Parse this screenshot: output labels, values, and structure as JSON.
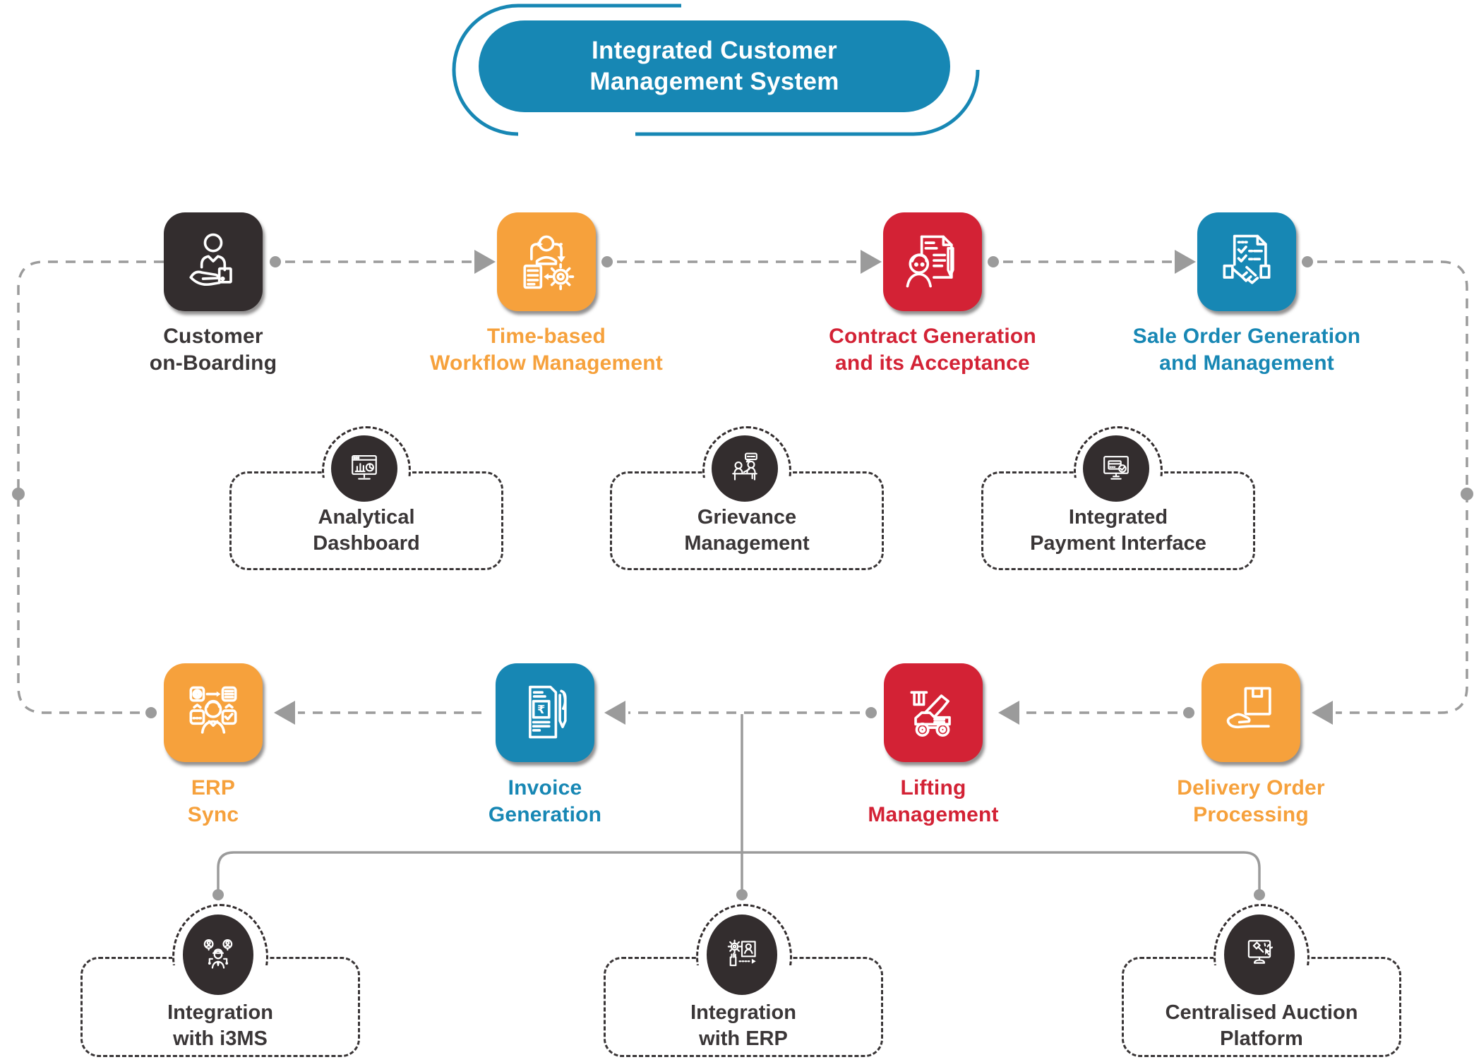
{
  "title": {
    "line1": "Integrated Customer",
    "line2": "Management System"
  },
  "colors": {
    "blue": "#1787B4",
    "orange": "#F6A13C",
    "red": "#D32235",
    "dark_tile": "#332D2E",
    "text_dark": "#3A3637",
    "connector_gray": "#9B9B9B"
  },
  "flow_top": [
    {
      "label_line1": "Customer",
      "label_line2": "on-Boarding",
      "color": "#332D2E",
      "icon": "customer-onboarding-icon"
    },
    {
      "label_line1": "Time-based",
      "label_line2": "Workflow Management",
      "color": "#F6A13C",
      "icon": "time-workflow-icon"
    },
    {
      "label_line1": "Contract Generation",
      "label_line2": "and its Acceptance",
      "color": "#D32235",
      "icon": "contract-generation-icon"
    },
    {
      "label_line1": "Sale Order Generation",
      "label_line2": "and Management",
      "color": "#1787B4",
      "icon": "sale-order-handshake-icon"
    }
  ],
  "support_row": [
    {
      "label_line1": "Analytical",
      "label_line2": "Dashboard",
      "icon": "analytics-dashboard-icon"
    },
    {
      "label_line1": "Grievance",
      "label_line2": "Management",
      "icon": "grievance-chat-icon"
    },
    {
      "label_line1": "Integrated",
      "label_line2": "Payment Interface",
      "icon": "payment-interface-icon"
    }
  ],
  "flow_bottom": [
    {
      "label_line1": "ERP",
      "label_line2": "Sync",
      "color": "#F6A13C",
      "icon": "erp-sync-icon"
    },
    {
      "label_line1": "Invoice",
      "label_line2": "Generation",
      "color": "#1787B4",
      "icon": "invoice-generation-icon"
    },
    {
      "label_line1": "Lifting",
      "label_line2": "Management",
      "color": "#D32235",
      "icon": "lifting-crane-icon"
    },
    {
      "label_line1": "Delivery Order",
      "label_line2": "Processing",
      "color": "#F6A13C",
      "icon": "delivery-parcel-icon"
    }
  ],
  "integrations": [
    {
      "label_line1": "Integration",
      "label_line2": "with i3MS",
      "icon": "i3ms-team-icon"
    },
    {
      "label_line1": "Integration",
      "label_line2": "with ERP",
      "icon": "erp-process-icon"
    },
    {
      "label_line1": "Centralised Auction",
      "label_line2": "Platform",
      "icon": "auction-gavel-icon"
    }
  ]
}
